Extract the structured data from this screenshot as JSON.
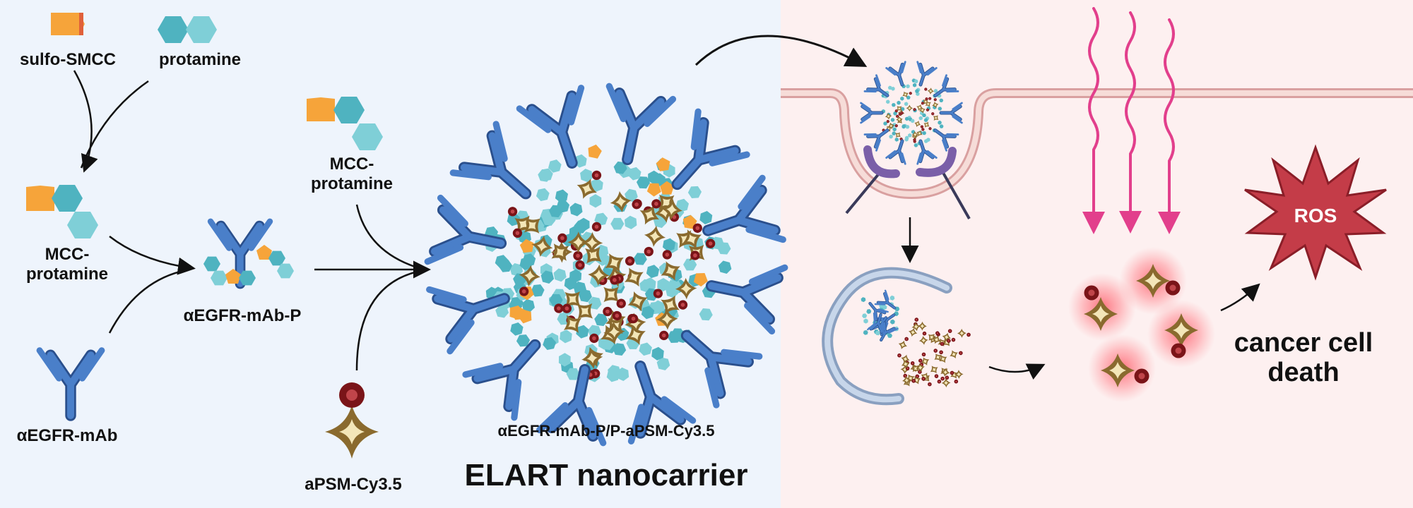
{
  "labels": {
    "sulfo_smcc": "sulfo-SMCC",
    "protamine": "protamine",
    "mcc_protamine_left": [
      "MCC-",
      "protamine"
    ],
    "mcc_protamine_mid": [
      "MCC-",
      "protamine"
    ],
    "anti_egfr_mab": "αEGFR-mAb",
    "anti_egfr_mab_p": "αEGFR-mAb-P",
    "apsm_cy35": "aPSM-Cy3.5",
    "nanocarrier_formula": "αEGFR-mAb-P/P-aPSM-Cy3.5",
    "nanocarrier_name": "ELART nanocarrier",
    "ros": "ROS",
    "outcome": [
      "cancer cell",
      "death"
    ]
  },
  "colors": {
    "left_bg": "#eef4fc",
    "right_bg": "#fdf0f0",
    "antibody": "#3a6db5",
    "protamine": "#4fb3c0",
    "linker": "#f6a43a",
    "dye_star": "#8a6a2e",
    "dye_head": "#7a1418",
    "light_wave": "#e23f8c",
    "ros": "#c43c48"
  },
  "icons": [
    "antibody-icon",
    "protamine-hexagon-icon",
    "linker-pentagon-icon",
    "dye-star-icon",
    "light-wave-icon",
    "ros-burst-icon",
    "arrow-icon",
    "cell-membrane-icon",
    "receptor-icon",
    "endosome-icon"
  ]
}
